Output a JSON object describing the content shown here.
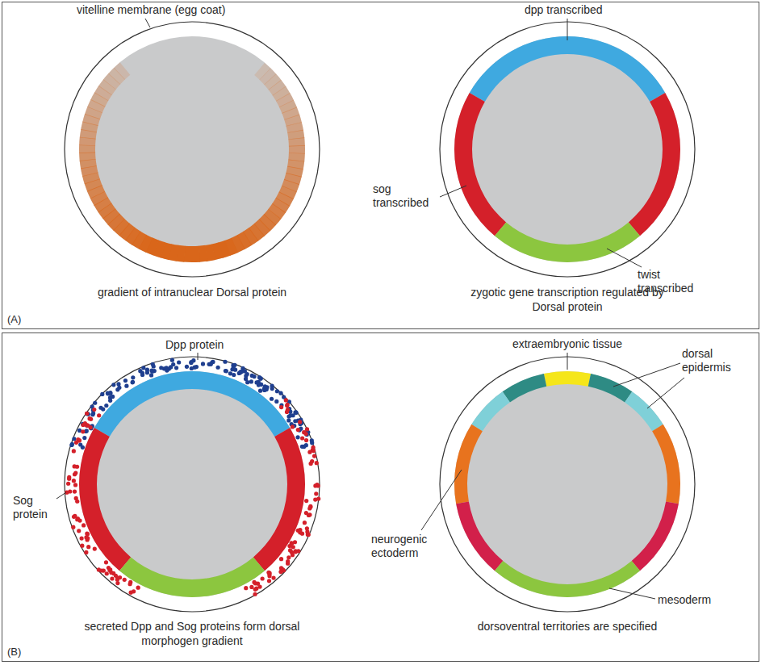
{
  "diagram": {
    "nodes": [
      {
        "text": [
          "(A)"
        ]
      },
      {
        "text": [
          "(B)"
        ]
      },
      {
        "text": [
          "gradient of intranuclear Dorsal protein"
        ],
        "in": 0
      },
      {
        "text": [
          "zygotic gene transcription regulated by Dorsal protein"
        ],
        "in": 0
      },
      {
        "text": [
          "secreted Dpp and Sog proteins form dorsal morphogen gradient"
        ],
        "in": 1
      },
      {
        "text": [
          "dorsoventral territories are specified"
        ],
        "in": 1
      }
    ],
    "labels": [
      "vitelline membrane (egg coat)",
      "dpp transcribed",
      "sog transcribed",
      "twist transcribed",
      "Dpp protein",
      "Sog protein",
      "extraembryonic tissue",
      "dorsal epidermis",
      "neurogenic ectoderm",
      "mesoderm"
    ]
  }
}
